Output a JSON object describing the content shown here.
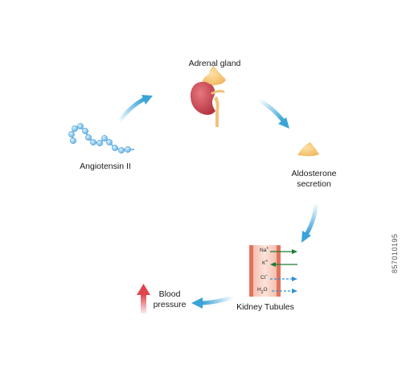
{
  "labels": {
    "adrenal_gland": "Adrenal gland",
    "angiotensin": "Angiotensin II",
    "aldosterone_line1": "Aldosterone",
    "aldosterone_line2": "secretion",
    "kidney_tubules": "Kidney Tubules",
    "blood_line1": "Blood",
    "blood_line2": "pressure"
  },
  "ions": {
    "na": {
      "base": "Na",
      "sup": "+"
    },
    "k": {
      "base": "K",
      "sup": "+"
    },
    "cl": {
      "base": "Cl",
      "sup": "−"
    },
    "h2o": {
      "base": "H",
      "sub": "2",
      "rest": "O"
    }
  },
  "stock_id": "857010195",
  "colors": {
    "arrow": "#3aa3d8",
    "gland": "#f6c87a",
    "kidney": "#cf4b55",
    "bead": "#7fc3ee",
    "tubule_wall": "#e2735c",
    "tubule_fill": "#f8d9cf",
    "ion_arrow_green": "#1e7a34",
    "ion_arrow_blue": "#2f8fd6",
    "up_arrow": "#e0444f"
  }
}
